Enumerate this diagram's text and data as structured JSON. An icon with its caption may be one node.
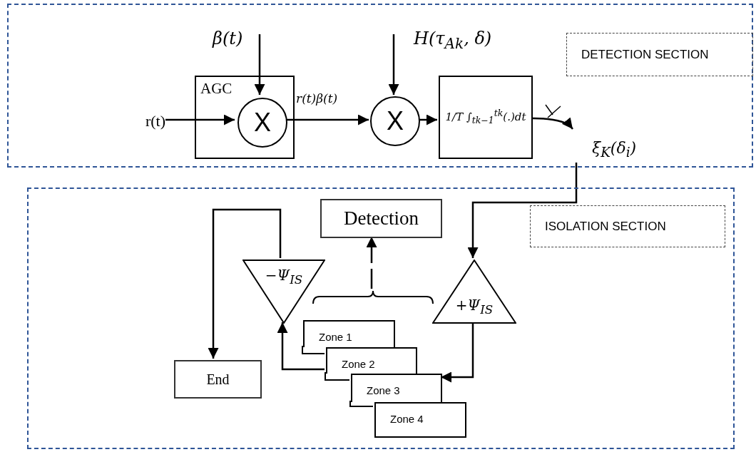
{
  "diagram": {
    "nodes": [
      {
        "text": [],
        "shape": "box"
      },
      {
        "text": [
          "DETECTION SECTION"
        ],
        "in": 0
      },
      {
        "text": [
          "AGC"
        ],
        "in": 0
      },
      {
        "text": [
          "X"
        ],
        "in": 2
      },
      {
        "text": [
          "X"
        ],
        "in": 0
      },
      {
        "text": [
          "1/T ∫$_{tk−1}$$^{tk}$(.)dt"
        ],
        "in": 0
      },
      {
        "text": [
          "r(t)"
        ],
        "in": 0
      },
      {
        "text": [
          "ξ$_{K}$(δ$_{i}$)"
        ],
        "in": 0
      },
      {
        "text": [],
        "shape": "box"
      },
      {
        "text": [
          "ISOLATION SECTION"
        ],
        "in": 8
      },
      {
        "text": [
          "Detection"
        ],
        "in": 8
      },
      {
        "text": [
          "−Ψ$_{IS}$"
        ],
        "in": 8
      },
      {
        "text": [
          "+Ψ$_{IS}$"
        ],
        "in": 8
      },
      {
        "text": [
          "Zone 1"
        ],
        "in": 8
      },
      {
        "text": [
          "Zone 2"
        ],
        "in": 8
      },
      {
        "text": [
          "Zone 3"
        ],
        "in": 8
      },
      {
        "text": [
          "Zone 4"
        ],
        "in": 8
      },
      {
        "text": [
          "End"
        ],
        "in": 8
      },
      {
        "text": [],
        "shape": "brace",
        "in": 8
      }
    ],
    "edges": [
      {
        "from": 6,
        "to": 3,
        "arrow": "to"
      },
      {
        "from": null,
        "to": 3,
        "arrow": "to"
      },
      {
        "from": 3,
        "to": 4,
        "arrow": "to",
        "label": "r(t)β(t)"
      },
      {
        "from": null,
        "to": 4,
        "arrow": "to"
      },
      {
        "from": 4,
        "to": 5,
        "arrow": "to"
      },
      {
        "from": 5,
        "to": 7,
        "arrow": "to"
      },
      {
        "from": 7,
        "to": 12,
        "arrow": "to"
      },
      {
        "from": 12,
        "to": 15,
        "arrow": "to"
      },
      {
        "from": 14,
        "to": 11,
        "arrow": "to"
      },
      {
        "from": 11,
        "to": 17,
        "arrow": "to"
      },
      {
        "from": 18,
        "to": 10,
        "arrow": "to",
        "style": "dashed"
      }
    ],
    "labels": [
      "β(t)",
      "H(τ$_{Ak}$, δ)"
    ]
  }
}
